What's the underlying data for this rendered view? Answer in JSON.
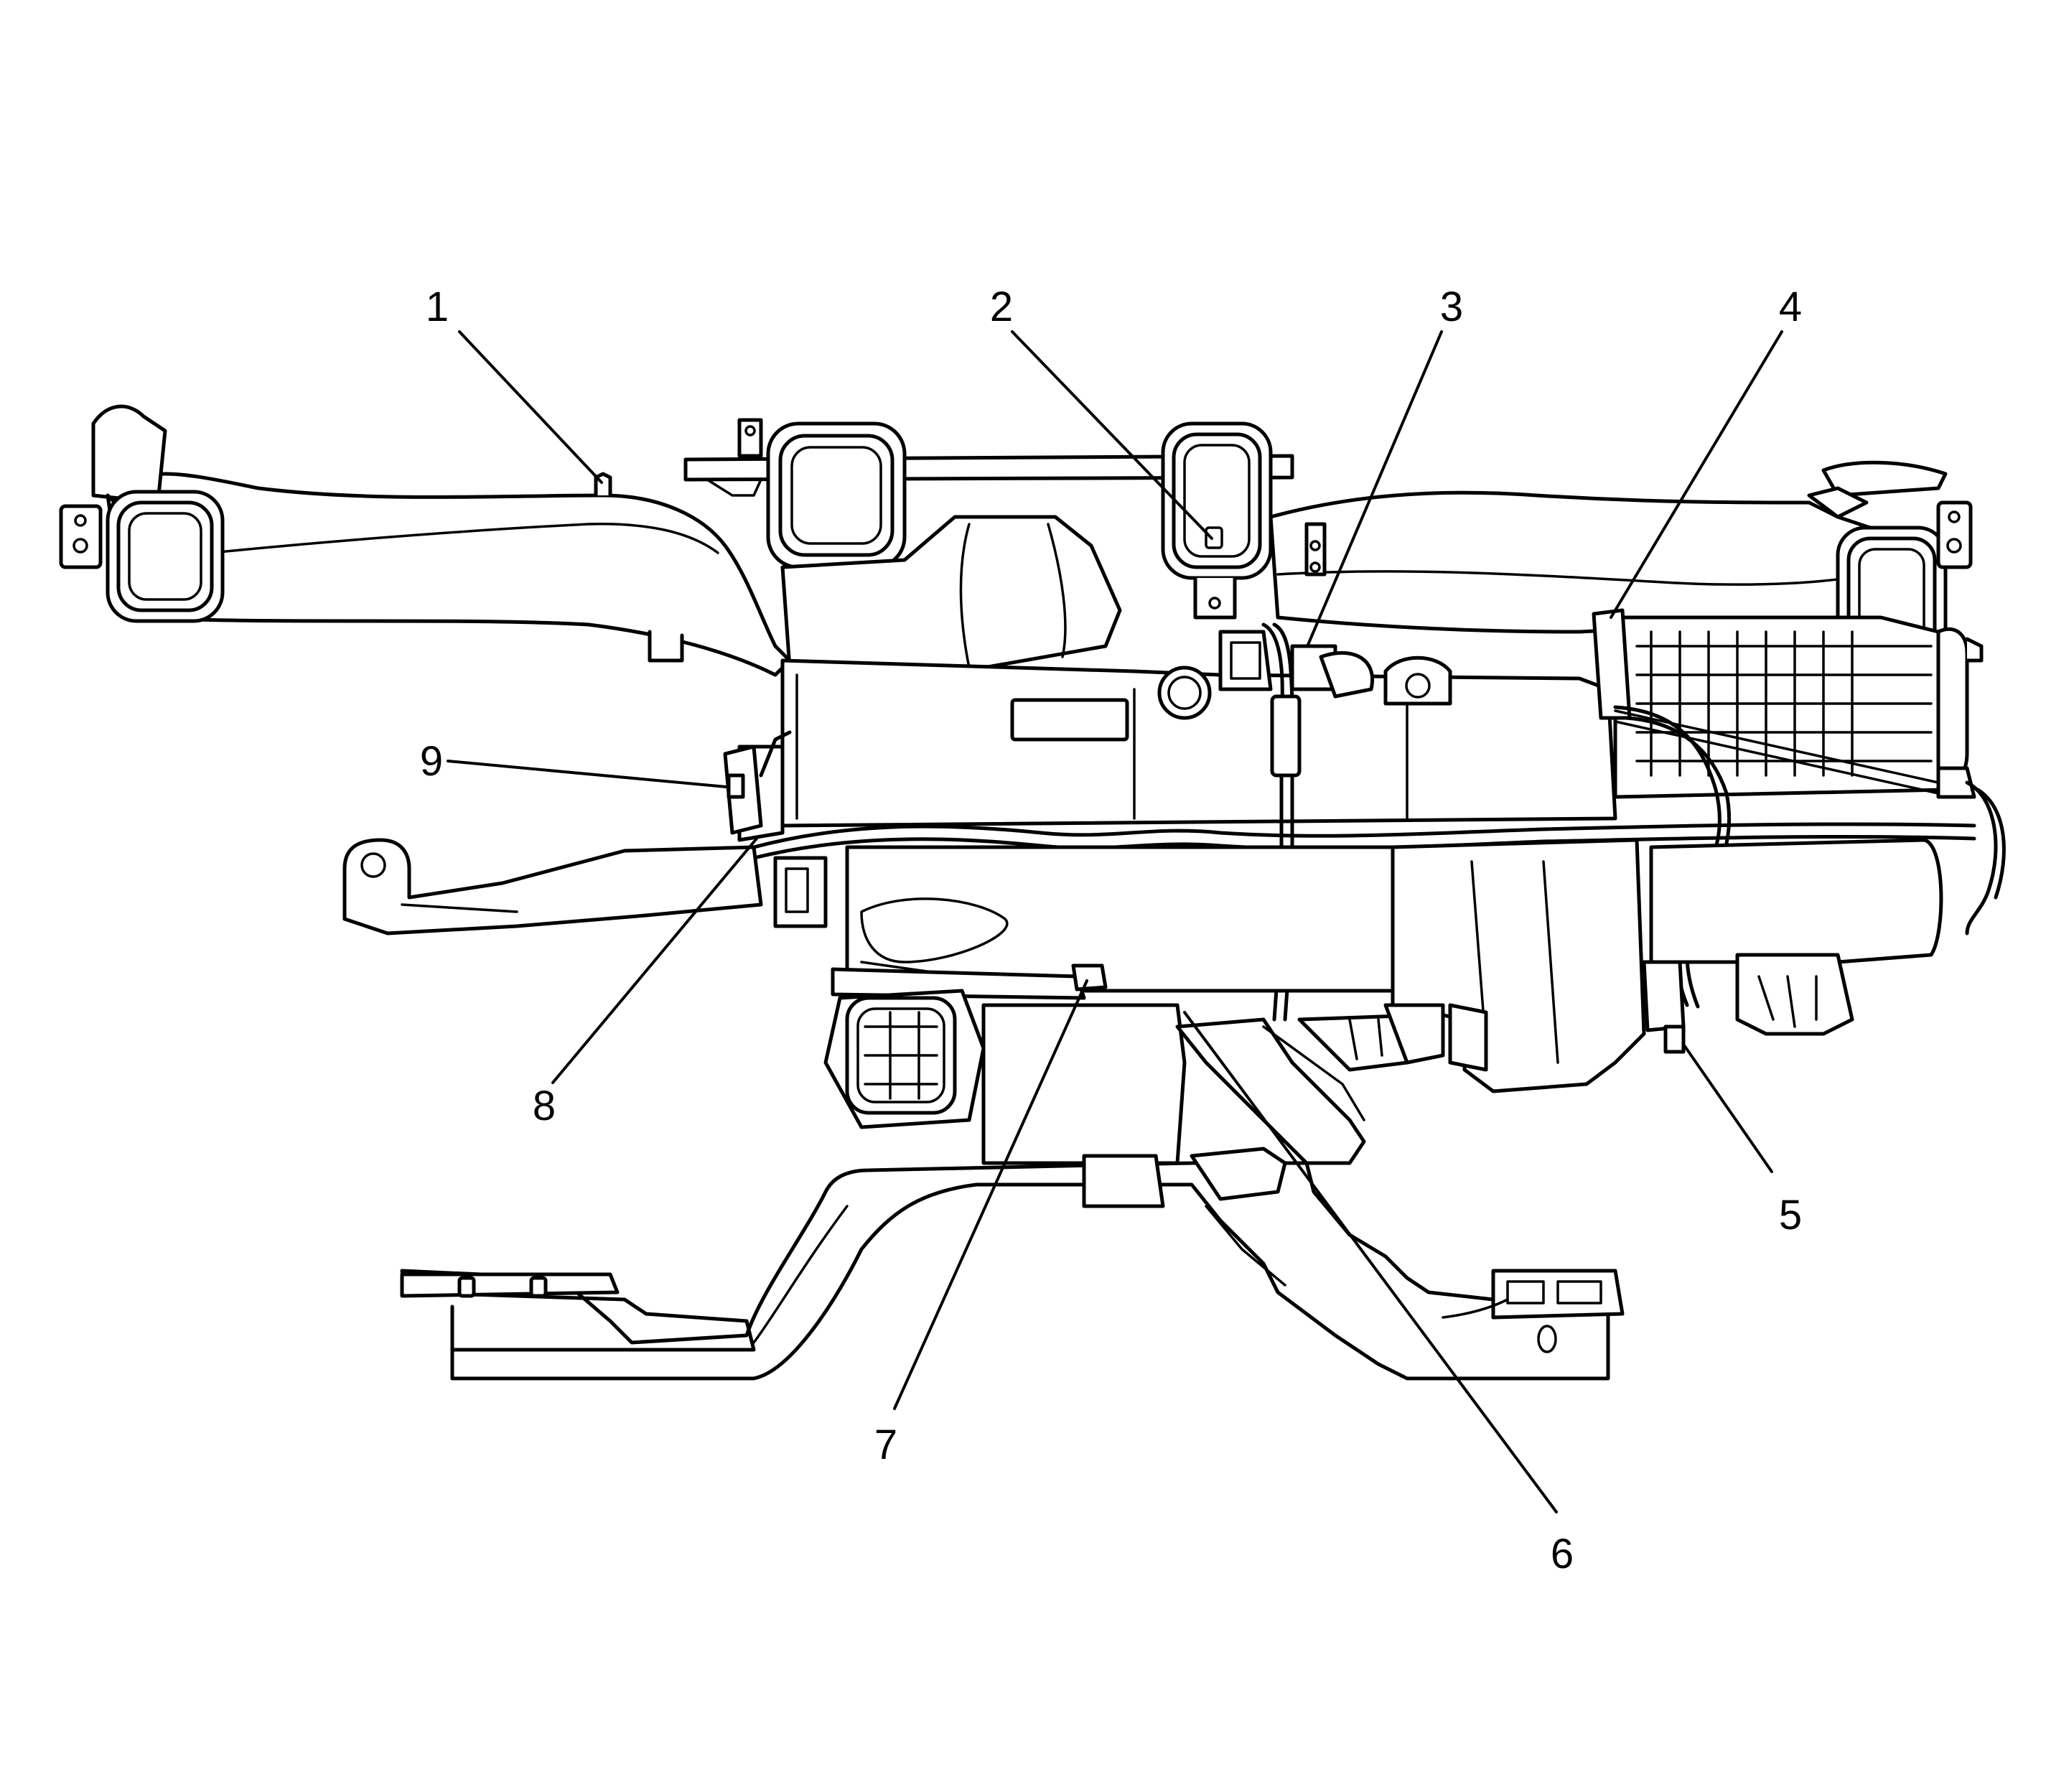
{
  "diagram": {
    "colors": {
      "line": "#000000",
      "background": "#ffffff"
    },
    "callouts": [
      {
        "id": "c1",
        "label": "1"
      },
      {
        "id": "c2",
        "label": "2"
      },
      {
        "id": "c3",
        "label": "3"
      },
      {
        "id": "c4",
        "label": "4"
      },
      {
        "id": "c5",
        "label": "5"
      },
      {
        "id": "c6",
        "label": "6"
      },
      {
        "id": "c7",
        "label": "7"
      },
      {
        "id": "c8",
        "label": "8"
      },
      {
        "id": "c9",
        "label": "9"
      }
    ]
  }
}
